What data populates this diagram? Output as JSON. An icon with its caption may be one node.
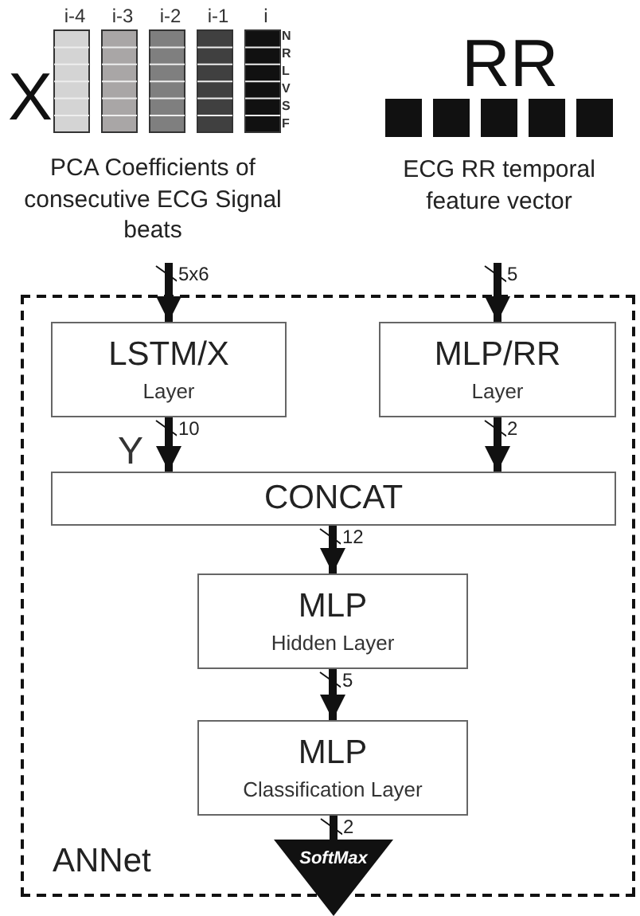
{
  "diagram": {
    "nodes": [
      {
        "text": [
          "X"
        ],
        "beside": [
          "PCA Coefficients of consecutive ECG Signal beats",
          "i-4",
          "i-3",
          "i-2",
          "i-1",
          "i",
          "N",
          "R",
          "L",
          "V",
          "S",
          "F"
        ]
      },
      {
        "text": [
          "RR"
        ],
        "beside": [
          "ECG RR temporal feature vector"
        ]
      },
      {
        "text": [
          "ANNet"
        ]
      },
      {
        "text": [
          "LSTM/X",
          "Layer"
        ],
        "in": 2
      },
      {
        "text": [
          "MLP/RR",
          "Layer"
        ],
        "in": 2
      },
      {
        "text": [
          "CONCAT"
        ],
        "in": 2
      },
      {
        "text": [
          "MLP",
          "Hidden Layer"
        ],
        "in": 2
      },
      {
        "text": [
          "MLP",
          "Classification Layer"
        ],
        "in": 2
      },
      {
        "text": [
          "SoftMax"
        ]
      }
    ],
    "edges": [
      {
        "from": 0,
        "to": 3,
        "arrow": "to",
        "label": "5x6"
      },
      {
        "from": 1,
        "to": 4,
        "arrow": "to",
        "label": "5"
      },
      {
        "from": 3,
        "to": 5,
        "arrow": "to",
        "label": "10"
      },
      {
        "from": 4,
        "to": 5,
        "arrow": "to",
        "label": "2"
      },
      {
        "from": 5,
        "to": 6,
        "arrow": "to",
        "label": "12"
      },
      {
        "from": 6,
        "to": 7,
        "arrow": "to",
        "label": "5"
      },
      {
        "from": 7,
        "to": 8,
        "arrow": "none",
        "label": "2"
      }
    ],
    "labels": [
      "Y"
    ]
  }
}
